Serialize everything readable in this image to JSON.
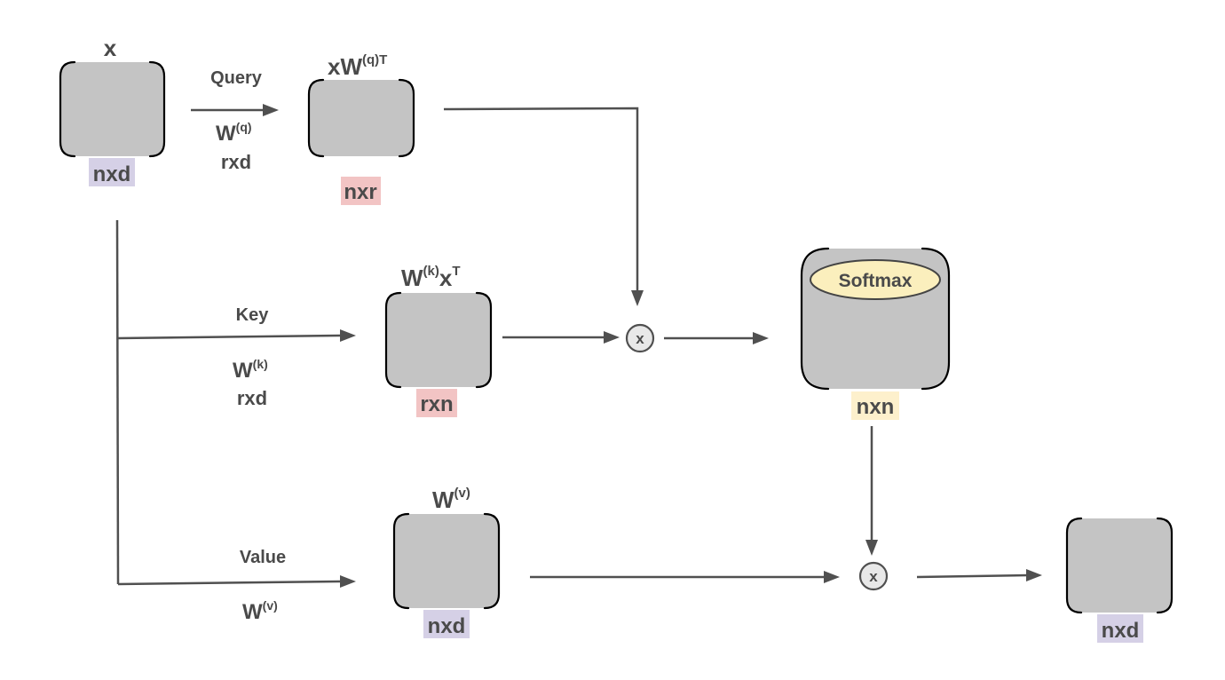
{
  "colors": {
    "box_fill": "#c4c4c4",
    "shape_purple": "#d5d0e6",
    "shape_pink": "#f2c4c4",
    "shape_yellow": "#fdf0cc",
    "softmax_fill": "#fbefbd",
    "text": "#4a4a4a",
    "arrow": "#505050"
  },
  "input": {
    "title": "x",
    "shape": "nxd"
  },
  "query": {
    "branch_label": "Query",
    "weight": "W",
    "weight_sup": "(q)",
    "weight_dims": "rxd",
    "result_prefix": "xW",
    "result_sup": "(q)T",
    "result_shape": "nxr"
  },
  "key": {
    "branch_label": "Key",
    "weight": "W",
    "weight_sup": "(k)",
    "weight_dims": "rxd",
    "result_prefix": "W",
    "result_sup": "(k)",
    "result_mid": "x",
    "result_sup2": "T",
    "result_shape": "rxn"
  },
  "value": {
    "branch_label": "Value",
    "weight": "W",
    "weight_sup": "(v)",
    "result_prefix": "W",
    "result_sup": "(v)",
    "result_shape": "nxd"
  },
  "attention": {
    "softmax_label": "Softmax",
    "shape": "nxn"
  },
  "ops": {
    "multiply_1": "x",
    "multiply_2": "x"
  },
  "output": {
    "shape": "nxd"
  }
}
